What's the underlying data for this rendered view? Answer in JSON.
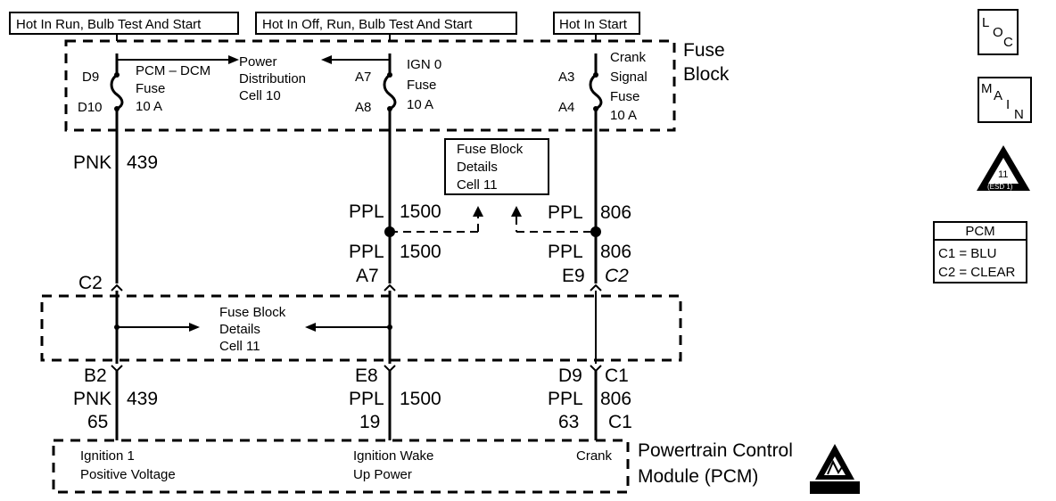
{
  "headers": {
    "hot_run_bulb_start": "Hot In Run, Bulb Test And Start",
    "hot_off_run_bulb_start": "Hot In Off, Run, Bulb Test And Start",
    "hot_start": "Hot In Start"
  },
  "fuse_block": {
    "title_line1": "Fuse",
    "title_line2": "Block",
    "pcm_dcm_fuse": {
      "pin_top": "D9",
      "pin_bottom": "D10",
      "line1": "PCM – DCM",
      "line2": "Fuse",
      "line3": "10 A"
    },
    "power_distribution": {
      "line1": "Power",
      "line2": "Distribution",
      "line3": "Cell 10"
    },
    "ign0_fuse": {
      "pin_top": "A7",
      "pin_bottom": "A8",
      "line1": "IGN 0",
      "line2": "Fuse",
      "line3": "10 A"
    },
    "crank_fuse": {
      "pin_top": "A3",
      "pin_bottom": "A4",
      "line1": "Crank",
      "line2": "Signal",
      "line3": "Fuse",
      "line4": "10 A"
    }
  },
  "wires": {
    "pnk_439_color": "PNK",
    "pnk_439_circuit": "439",
    "ppl_1500_color": "PPL",
    "ppl_1500_circuit": "1500",
    "ppl_806_color": "PPL",
    "ppl_806_circuit": "806"
  },
  "details_box_upper": {
    "line1": "Fuse Block",
    "line2": "Details",
    "line3": "Cell 11"
  },
  "connectors": {
    "c2_left": "C2",
    "a7": "A7",
    "e9": "E9",
    "c2_right": "C2",
    "b2": "B2",
    "e8": "E8",
    "d9": "D9",
    "c1_top": "C1",
    "pin_65": "65",
    "pin_19": "19",
    "pin_63": "63",
    "c1_bottom": "C1"
  },
  "details_box_lower": {
    "line1": "Fuse Block",
    "line2": "Details",
    "line3": "Cell 11"
  },
  "pcm": {
    "title_line1": "Powertrain Control",
    "title_line2": "Module (PCM)",
    "ignition_line1": "Ignition 1",
    "ignition_line2": "Positive Voltage",
    "wake_line1": "Ignition Wake",
    "wake_line2": "Up Power",
    "crank": "Crank"
  },
  "legend": {
    "loc": {
      "l": "L",
      "o": "O",
      "c": "C"
    },
    "main": {
      "m": "M",
      "a": "A",
      "i": "I",
      "n": "N"
    },
    "esd_number": "11",
    "esd_label": "(ESD 1)",
    "pcm_table": {
      "title": "PCM",
      "row1": "C1 = BLU",
      "row2": "C2 = CLEAR"
    }
  }
}
